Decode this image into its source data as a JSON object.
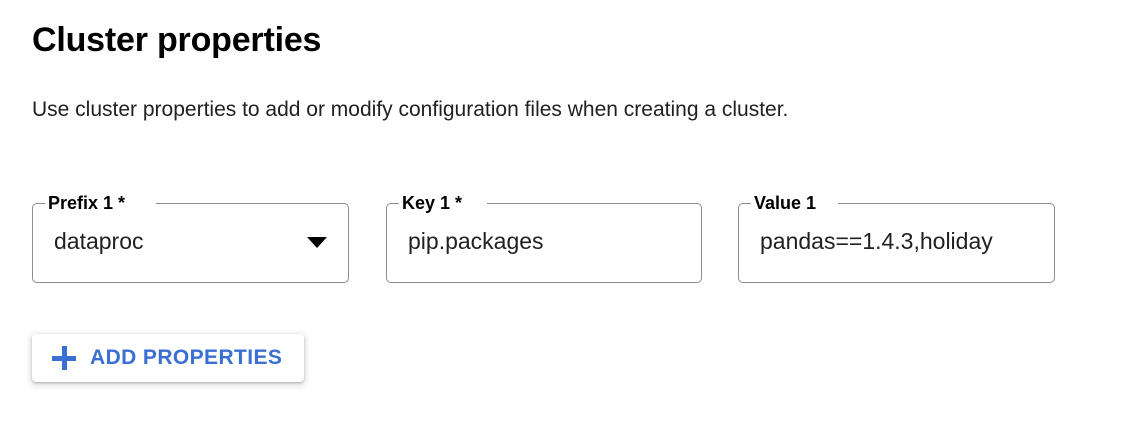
{
  "header": {
    "title": "Cluster properties",
    "subtitle": "Use cluster properties to add or modify configuration files when creating a cluster."
  },
  "form": {
    "fields": [
      {
        "name": "prefix",
        "label": "Prefix 1 *",
        "value": "dataproc",
        "control": "select",
        "icon": "chevron-down-icon"
      },
      {
        "name": "key",
        "label": "Key 1 *",
        "value": "pip.packages",
        "control": "text"
      },
      {
        "name": "value",
        "label": "Value 1",
        "value": "pandas==1.4.3,holiday",
        "control": "text"
      }
    ]
  },
  "actions": {
    "add_properties_label": "ADD PROPERTIES",
    "add_properties_icon": "plus-icon"
  },
  "colors": {
    "accent_blue": "#3b6fd4",
    "text_primary": "#202124",
    "field_border": "#8a8d91",
    "background": "#ffffff"
  }
}
